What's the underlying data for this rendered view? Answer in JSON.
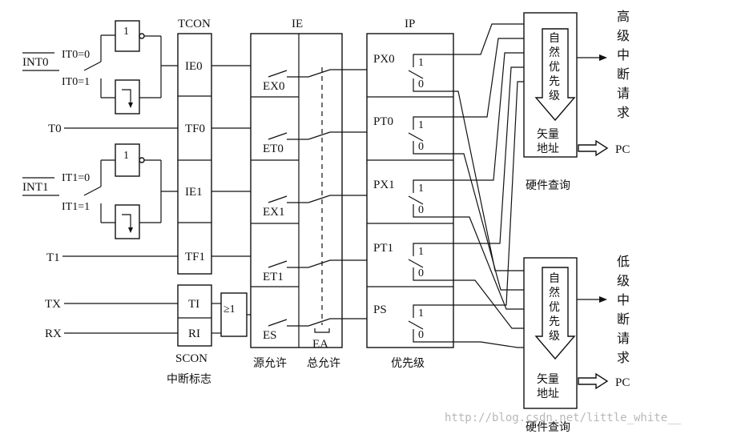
{
  "sources": {
    "int0": "INT0",
    "it0_eq0": "IT0=0",
    "it0_eq1": "IT0=1",
    "t0": "T0",
    "int1": "INT1",
    "it1_eq0": "IT1=0",
    "it1_eq1": "IT1=1",
    "t1": "T1",
    "tx": "TX",
    "rx": "RX",
    "not_gate_label": "1",
    "or_gate_label": "≥1"
  },
  "tcon": {
    "title": "TCON",
    "flags": [
      "IE0",
      "TF0",
      "IE1",
      "TF1"
    ]
  },
  "scon": {
    "title": "SCON",
    "flags": [
      "TI",
      "RI"
    ],
    "caption": "中断标志"
  },
  "ie": {
    "title": "IE",
    "switches": [
      "EX0",
      "ET0",
      "EX1",
      "ET1",
      "ES"
    ],
    "ea": "EA",
    "caption_source": "源允许",
    "caption_total": "总允许"
  },
  "ip": {
    "title": "IP",
    "bits": [
      "PX0",
      "PT0",
      "PX1",
      "PT1",
      "PS"
    ],
    "one": "1",
    "zero": "0",
    "caption": "优先级"
  },
  "hw_high": {
    "arrow_label": "自然优先级",
    "vector_line1": "矢量",
    "vector_line2": "地址",
    "pc": "PC",
    "caption": "硬件查询",
    "request": "高级中断请求"
  },
  "hw_low": {
    "arrow_label": "自然优先级",
    "vector_line1": "矢量",
    "vector_line2": "地址",
    "pc": "PC",
    "caption": "硬件查询",
    "request": "低级中断请求"
  },
  "watermark": "http://blog.csdn.net/little_white__"
}
